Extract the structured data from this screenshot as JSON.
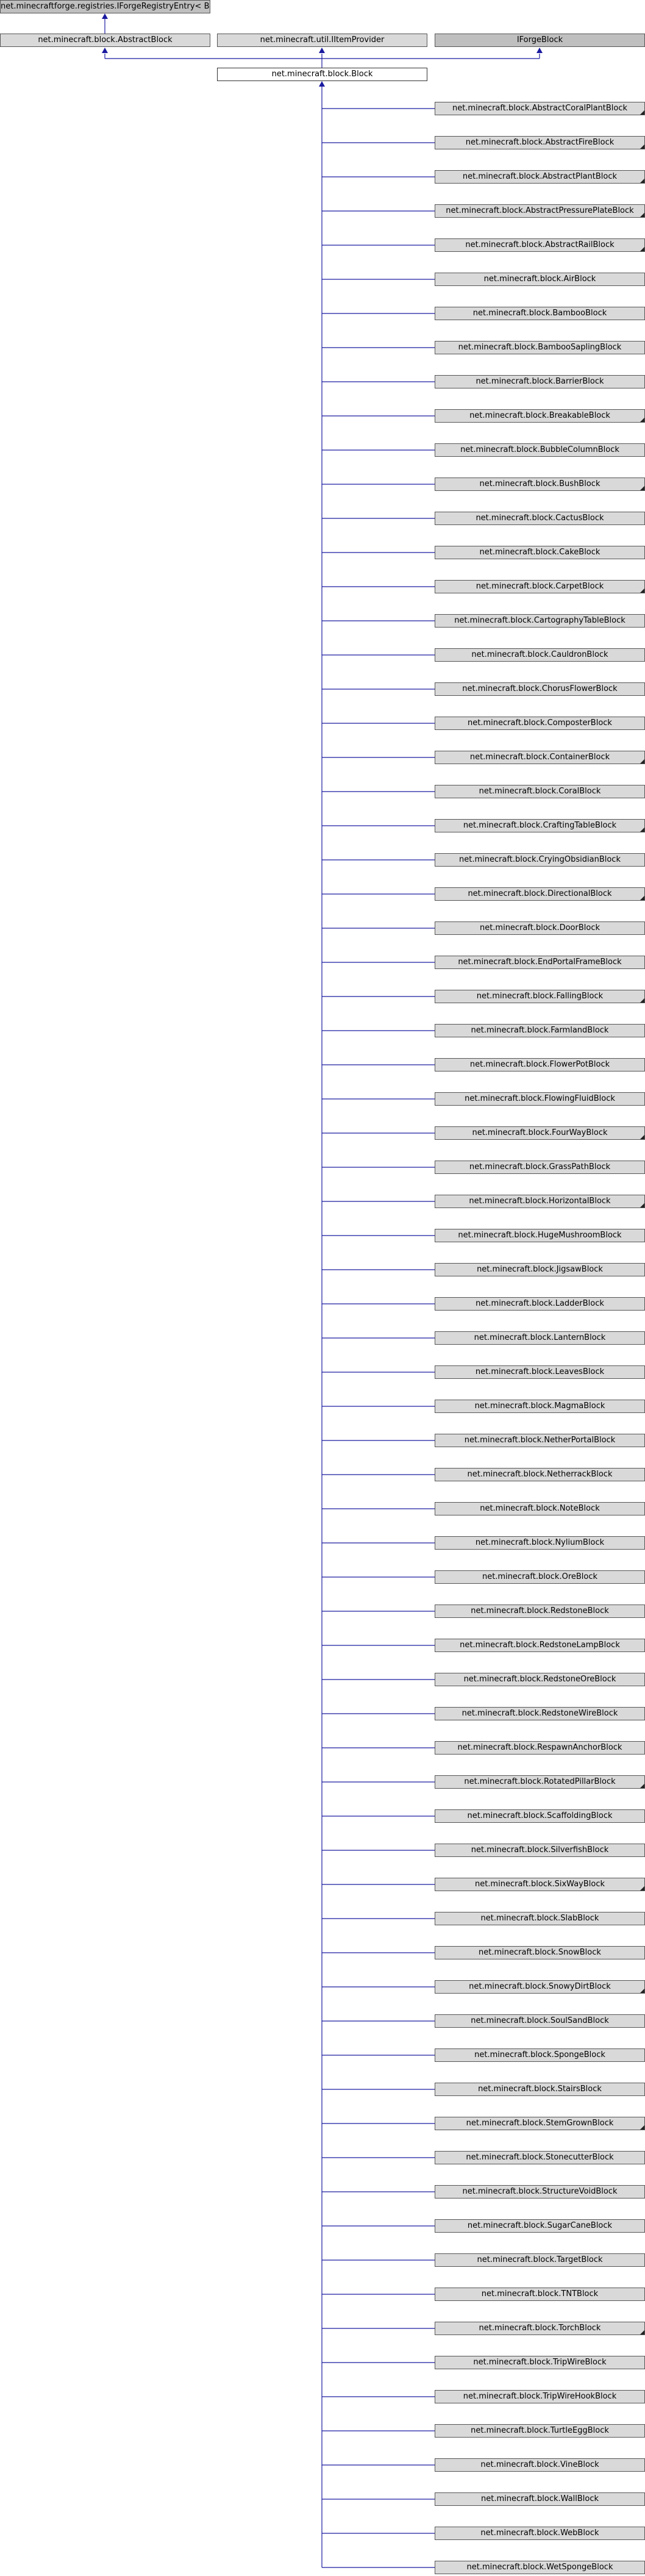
{
  "diagram": {
    "title": "",
    "top_interface": "net.minecraftforge.registries.IForgeRegistryEntry< Block >",
    "parents": [
      "net.minecraft.block.AbstractBlock",
      "net.minecraft.util.IItemProvider",
      "IForgeBlock"
    ],
    "main_class": "net.minecraft.block.Block",
    "edge_color": "#1a1aa0",
    "subclasses": [
      {
        "name": "net.minecraft.block.AbstractCoralPlantBlock",
        "has_more": true
      },
      {
        "name": "net.minecraft.block.AbstractFireBlock",
        "has_more": true
      },
      {
        "name": "net.minecraft.block.AbstractPlantBlock",
        "has_more": true
      },
      {
        "name": "net.minecraft.block.AbstractPressurePlateBlock",
        "has_more": true
      },
      {
        "name": "net.minecraft.block.AbstractRailBlock",
        "has_more": true
      },
      {
        "name": "net.minecraft.block.AirBlock",
        "has_more": false
      },
      {
        "name": "net.minecraft.block.BambooBlock",
        "has_more": false
      },
      {
        "name": "net.minecraft.block.BambooSaplingBlock",
        "has_more": false
      },
      {
        "name": "net.minecraft.block.BarrierBlock",
        "has_more": false
      },
      {
        "name": "net.minecraft.block.BreakableBlock",
        "has_more": true
      },
      {
        "name": "net.minecraft.block.BubbleColumnBlock",
        "has_more": false
      },
      {
        "name": "net.minecraft.block.BushBlock",
        "has_more": true
      },
      {
        "name": "net.minecraft.block.CactusBlock",
        "has_more": false
      },
      {
        "name": "net.minecraft.block.CakeBlock",
        "has_more": false
      },
      {
        "name": "net.minecraft.block.CarpetBlock",
        "has_more": true
      },
      {
        "name": "net.minecraft.block.CartographyTableBlock",
        "has_more": false
      },
      {
        "name": "net.minecraft.block.CauldronBlock",
        "has_more": false
      },
      {
        "name": "net.minecraft.block.ChorusFlowerBlock",
        "has_more": false
      },
      {
        "name": "net.minecraft.block.ComposterBlock",
        "has_more": false
      },
      {
        "name": "net.minecraft.block.ContainerBlock",
        "has_more": true
      },
      {
        "name": "net.minecraft.block.CoralBlock",
        "has_more": false
      },
      {
        "name": "net.minecraft.block.CraftingTableBlock",
        "has_more": true
      },
      {
        "name": "net.minecraft.block.CryingObsidianBlock",
        "has_more": false
      },
      {
        "name": "net.minecraft.block.DirectionalBlock",
        "has_more": true
      },
      {
        "name": "net.minecraft.block.DoorBlock",
        "has_more": false
      },
      {
        "name": "net.minecraft.block.EndPortalFrameBlock",
        "has_more": false
      },
      {
        "name": "net.minecraft.block.FallingBlock",
        "has_more": true
      },
      {
        "name": "net.minecraft.block.FarmlandBlock",
        "has_more": false
      },
      {
        "name": "net.minecraft.block.FlowerPotBlock",
        "has_more": false
      },
      {
        "name": "net.minecraft.block.FlowingFluidBlock",
        "has_more": false
      },
      {
        "name": "net.minecraft.block.FourWayBlock",
        "has_more": true
      },
      {
        "name": "net.minecraft.block.GrassPathBlock",
        "has_more": false
      },
      {
        "name": "net.minecraft.block.HorizontalBlock",
        "has_more": true
      },
      {
        "name": "net.minecraft.block.HugeMushroomBlock",
        "has_more": false
      },
      {
        "name": "net.minecraft.block.JigsawBlock",
        "has_more": false
      },
      {
        "name": "net.minecraft.block.LadderBlock",
        "has_more": false
      },
      {
        "name": "net.minecraft.block.LanternBlock",
        "has_more": false
      },
      {
        "name": "net.minecraft.block.LeavesBlock",
        "has_more": false
      },
      {
        "name": "net.minecraft.block.MagmaBlock",
        "has_more": false
      },
      {
        "name": "net.minecraft.block.NetherPortalBlock",
        "has_more": false
      },
      {
        "name": "net.minecraft.block.NetherrackBlock",
        "has_more": false
      },
      {
        "name": "net.minecraft.block.NoteBlock",
        "has_more": false
      },
      {
        "name": "net.minecraft.block.NyliumBlock",
        "has_more": false
      },
      {
        "name": "net.minecraft.block.OreBlock",
        "has_more": false
      },
      {
        "name": "net.minecraft.block.RedstoneBlock",
        "has_more": false
      },
      {
        "name": "net.minecraft.block.RedstoneLampBlock",
        "has_more": false
      },
      {
        "name": "net.minecraft.block.RedstoneOreBlock",
        "has_more": false
      },
      {
        "name": "net.minecraft.block.RedstoneWireBlock",
        "has_more": false
      },
      {
        "name": "net.minecraft.block.RespawnAnchorBlock",
        "has_more": false
      },
      {
        "name": "net.minecraft.block.RotatedPillarBlock",
        "has_more": true
      },
      {
        "name": "net.minecraft.block.ScaffoldingBlock",
        "has_more": false
      },
      {
        "name": "net.minecraft.block.SilverfishBlock",
        "has_more": false
      },
      {
        "name": "net.minecraft.block.SixWayBlock",
        "has_more": true
      },
      {
        "name": "net.minecraft.block.SlabBlock",
        "has_more": false
      },
      {
        "name": "net.minecraft.block.SnowBlock",
        "has_more": false
      },
      {
        "name": "net.minecraft.block.SnowyDirtBlock",
        "has_more": true
      },
      {
        "name": "net.minecraft.block.SoulSandBlock",
        "has_more": false
      },
      {
        "name": "net.minecraft.block.SpongeBlock",
        "has_more": false
      },
      {
        "name": "net.minecraft.block.StairsBlock",
        "has_more": false
      },
      {
        "name": "net.minecraft.block.StemGrownBlock",
        "has_more": true
      },
      {
        "name": "net.minecraft.block.StonecutterBlock",
        "has_more": false
      },
      {
        "name": "net.minecraft.block.StructureVoidBlock",
        "has_more": false
      },
      {
        "name": "net.minecraft.block.SugarCaneBlock",
        "has_more": false
      },
      {
        "name": "net.minecraft.block.TargetBlock",
        "has_more": false
      },
      {
        "name": "net.minecraft.block.TNTBlock",
        "has_more": false
      },
      {
        "name": "net.minecraft.block.TorchBlock",
        "has_more": true
      },
      {
        "name": "net.minecraft.block.TripWireBlock",
        "has_more": false
      },
      {
        "name": "net.minecraft.block.TripWireHookBlock",
        "has_more": false
      },
      {
        "name": "net.minecraft.block.TurtleEggBlock",
        "has_more": false
      },
      {
        "name": "net.minecraft.block.VineBlock",
        "has_more": false
      },
      {
        "name": "net.minecraft.block.WallBlock",
        "has_more": false
      },
      {
        "name": "net.minecraft.block.WebBlock",
        "has_more": false
      },
      {
        "name": "net.minecraft.block.WetSpongeBlock",
        "has_more": false
      }
    ]
  }
}
